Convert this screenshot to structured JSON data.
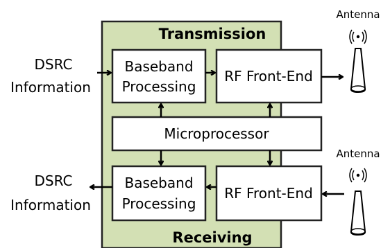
{
  "panel": {
    "top_title": "Transmission",
    "bottom_title": "Receiving",
    "fill": "#d3e0b4",
    "border": "#222222"
  },
  "blocks": {
    "tx_baseband": [
      "Baseband",
      "Processing"
    ],
    "tx_rf": "RF Front-End",
    "microprocessor": "Microprocessor",
    "rx_baseband": [
      "Baseband",
      "Processing"
    ],
    "rx_rf": "RF Front-End"
  },
  "external": {
    "tx_input": [
      "DSRC",
      "Information"
    ],
    "rx_output": [
      "DSRC",
      "Information"
    ],
    "tx_antenna": "Antenna",
    "rx_antenna": "Antenna"
  }
}
